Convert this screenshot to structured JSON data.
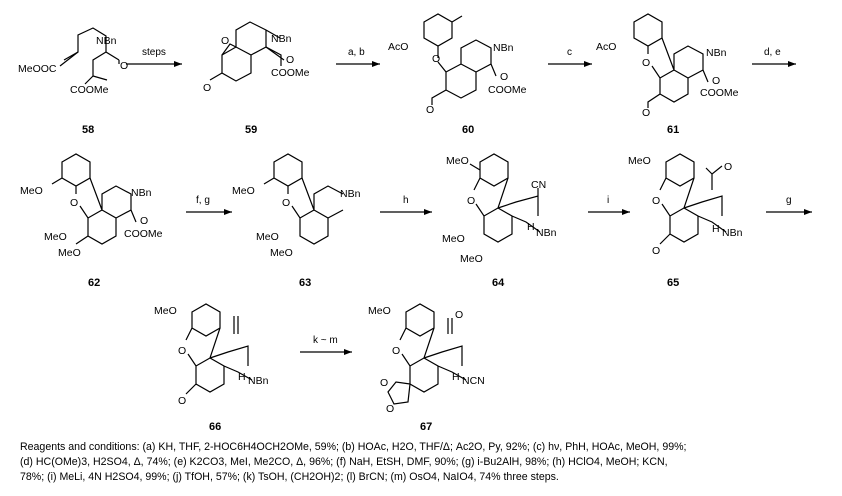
{
  "compounds": [
    {
      "id": "58",
      "label": "58"
    },
    {
      "id": "59",
      "label": "59"
    },
    {
      "id": "60",
      "label": "60"
    },
    {
      "id": "61",
      "label": "61"
    },
    {
      "id": "62",
      "label": "62"
    },
    {
      "id": "63",
      "label": "63"
    },
    {
      "id": "64",
      "label": "64"
    },
    {
      "id": "65",
      "label": "65"
    },
    {
      "id": "66",
      "label": "66"
    },
    {
      "id": "67",
      "label": "67"
    }
  ],
  "arrows": {
    "a1": "steps",
    "a2": "a, b",
    "a3": "c",
    "a4": "d, e",
    "a5": "f, g",
    "a6": "h",
    "a7": "i",
    "a8": "g",
    "a9": "k ~ m"
  },
  "atoms": {
    "nbn": "NBn",
    "o": "O",
    "meooc": "MeOOC",
    "coome": "COOMe",
    "aco": "AcO",
    "meo": "MeO",
    "cn": "CN",
    "h": "H",
    "ncn": "NCN"
  },
  "reagents": {
    "prefix": "Reagents and conditions:",
    "line1": "(a) KH, THF, 2-HOC6H4OCH2OMe, 59%; (b) HOAc, H2O, THF/Δ; Ac2O, Py, 92%; (c) hν, PhH, HOAc, MeOH, 99%;",
    "line2": "(d) HC(OMe)3, H2SO4, Δ, 74%; (e) K2CO3, MeI, Me2CO, Δ, 96%; (f) NaH, EtSH, DMF, 90%; (g) i-Bu2AlH, 98%; (h) HClO4, MeOH; KCN,",
    "line3": "78%; (i) MeLi, 4N H2SO4, 99%; (j) TfOH, 57%; (k) TsOH, (CH2OH)2; (l) BrCN; (m) OsO4, NaIO4, 74% three steps."
  }
}
